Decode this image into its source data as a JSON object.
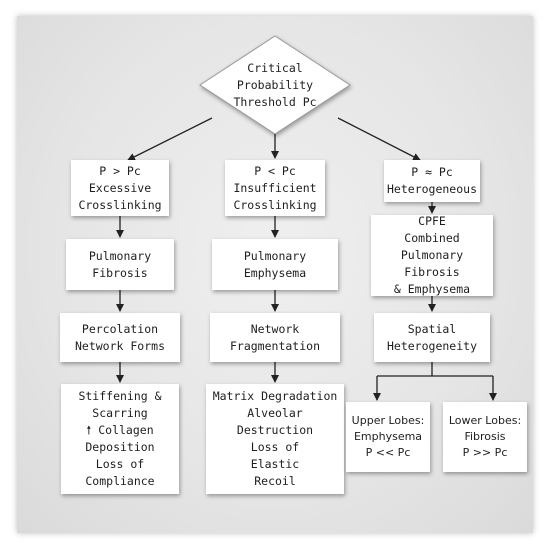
{
  "root": {
    "label": "Critical\nProbability\nThreshold Pc"
  },
  "branches": [
    {
      "condition": "P > Pc\nExcessive\nCrosslinking",
      "disease": "Pulmonary\nFibrosis",
      "mechanism": "Percolation\nNetwork Forms",
      "outcome": "Stiffening &\nScarring\n🠕 Collagen\nDeposition\nLoss of\nCompliance"
    },
    {
      "condition": "P < Pc\nInsufficient\nCrosslinking",
      "disease": "Pulmonary\nEmphysema",
      "mechanism": "Network\nFragmentation",
      "outcome": "Matrix Degradation\nAlveolar\nDestruction\nLoss of\nElastic\nRecoil"
    },
    {
      "condition": "P ≈ Pc\nHeterogeneous",
      "disease": "CPFE\nCombined\nPulmonary Fibrosis\n& Emphysema",
      "mechanism": "Spatial\nHeterogeneity",
      "outcomes": [
        "Upper Lobes:\nEmphysema\nP << Pc",
        "Lower Lobes:\nFibrosis\nP >> Pc"
      ]
    }
  ]
}
